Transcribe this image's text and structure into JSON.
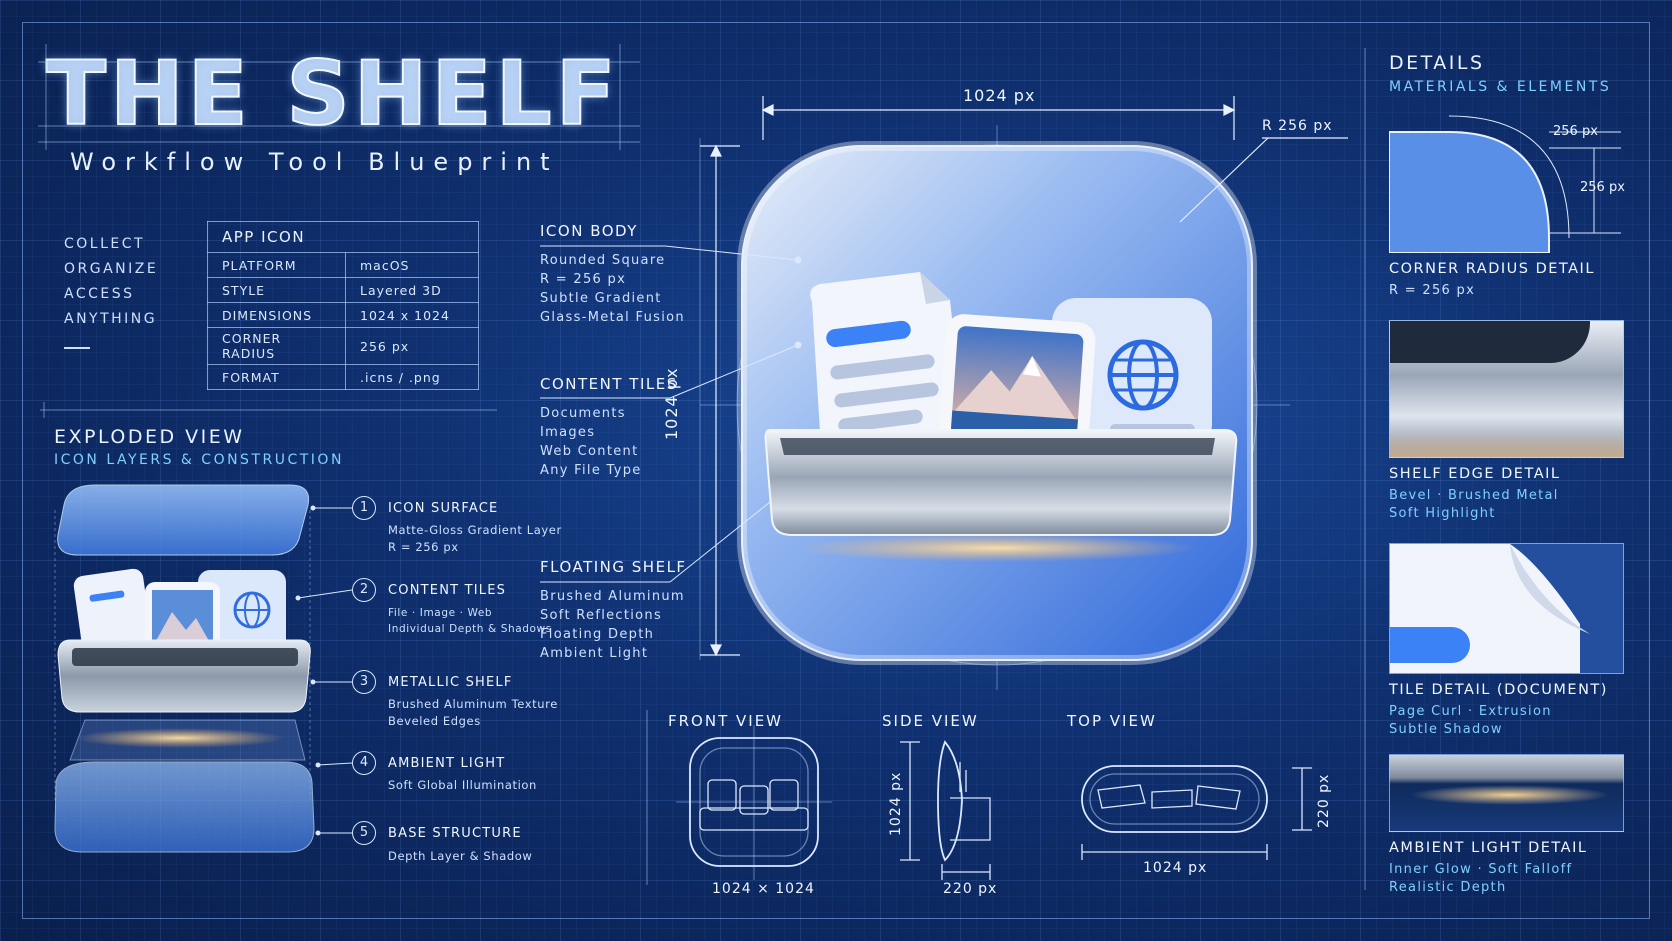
{
  "header": {
    "title": "THE SHELF",
    "subtitle": "Workflow Tool Blueprint"
  },
  "tagline": [
    "COLLECT",
    "ORGANIZE",
    "ACCESS",
    "ANYTHING"
  ],
  "spec_table": {
    "title": "APP ICON",
    "rows": [
      {
        "key": "PLATFORM",
        "value": "macOS"
      },
      {
        "key": "STYLE",
        "value": "Layered 3D"
      },
      {
        "key": "DIMENSIONS",
        "value": "1024 x 1024"
      },
      {
        "key": "CORNER RADIUS",
        "value": "256 px"
      },
      {
        "key": "FORMAT",
        "value": ".icns / .png"
      }
    ]
  },
  "exploded": {
    "heading": "EXPLODED VIEW",
    "subheading": "ICON LAYERS & CONSTRUCTION",
    "layers": [
      {
        "num": "1",
        "title": "ICON SURFACE",
        "lines": [
          "Matte-Gloss Gradient Layer",
          "R = 256 px"
        ]
      },
      {
        "num": "2",
        "title": "CONTENT TILES",
        "lines": [
          "File · Image · Web",
          "Individual Depth & Shadows"
        ]
      },
      {
        "num": "3",
        "title": "METALLIC SHELF",
        "lines": [
          "Brushed Aluminum Texture",
          "Beveled Edges"
        ]
      },
      {
        "num": "4",
        "title": "AMBIENT LIGHT",
        "lines": [
          "Soft Global Illumination"
        ]
      },
      {
        "num": "5",
        "title": "BASE STRUCTURE",
        "lines": [
          "Depth Layer & Shadow"
        ]
      }
    ]
  },
  "callouts": [
    {
      "title": "ICON BODY",
      "lines": [
        "Rounded Square",
        "R = 256 px",
        "Subtle Gradient",
        "Glass-Metal Fusion"
      ]
    },
    {
      "title": "CONTENT TILES",
      "lines": [
        "Documents",
        "Images",
        "Web Content",
        "Any File Type"
      ]
    },
    {
      "title": "FLOATING SHELF",
      "lines": [
        "Brushed Aluminum",
        "Soft Reflections",
        "Floating Depth",
        "Ambient Light"
      ]
    }
  ],
  "main_dims": {
    "width": "1024 px",
    "height": "1024 px",
    "radius": "R 256 px"
  },
  "views": {
    "front": {
      "label": "FRONT VIEW",
      "dim": "1024 × 1024"
    },
    "side": {
      "label": "SIDE VIEW",
      "dim_v": "1024 px",
      "dim_h": "220 px"
    },
    "top": {
      "label": "TOP VIEW",
      "dim_h": "1024 px",
      "dim_v": "220 px"
    }
  },
  "details": {
    "heading": "DETAILS",
    "subheading": "MATERIALS & ELEMENTS",
    "corner": {
      "dim_a": "256 px",
      "dim_b": "256 px",
      "title": "CORNER RADIUS DETAIL",
      "lines": [
        "R = 256 px"
      ]
    },
    "shelf": {
      "title": "SHELF EDGE DETAIL",
      "lines": [
        "Bevel · Brushed Metal",
        "Soft Highlight"
      ]
    },
    "tile": {
      "title": "TILE DETAIL (DOCUMENT)",
      "lines": [
        "Page Curl · Extrusion",
        "Subtle Shadow"
      ]
    },
    "ambient": {
      "title": "AMBIENT LIGHT DETAIL",
      "lines": [
        "Inner Glow · Soft Falloff",
        "Realistic Depth"
      ]
    }
  },
  "colors": {
    "accent": "#3b82f6",
    "cyan": "#7fd0ff",
    "bg": "#0f2f6e",
    "glow": "#ffd08a"
  },
  "icons": [
    "document-icon",
    "mountain-image-icon",
    "globe-icon",
    "shelf-icon"
  ]
}
